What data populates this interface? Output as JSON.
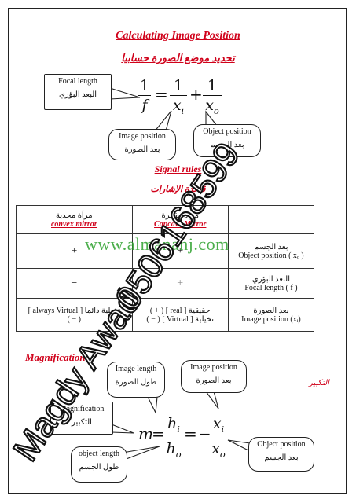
{
  "title_en": "Calculating Image Position",
  "title_ar": "تحديد موضع الصورة حسابيا",
  "lens_equation": {
    "callouts": {
      "focal": {
        "en": "Focal length",
        "ar": "البعد البؤري"
      },
      "image": {
        "en": "Image position",
        "ar": "بعد الصورة"
      },
      "object": {
        "en": "Object position",
        "ar": "بعد الجسم"
      }
    },
    "numerator": "1",
    "f": "f",
    "x": "x",
    "i": "i",
    "o": "o",
    "eq": "=",
    "plus": "+"
  },
  "rules_en": "Signal rules",
  "rules_ar": "قاعدة الإشارات",
  "table": {
    "header": {
      "convex_ar": "مرآة محدبة",
      "convex_en": "convex mirror",
      "concave_ar": "مرآة مقعرة",
      "concave_en": "Concave Mirror"
    },
    "rows": [
      {
        "convex": "+",
        "concave": "+",
        "label_ar": "بعد الجسم",
        "label_en": "Object position ( xₒ )"
      },
      {
        "convex": "−",
        "concave": "+",
        "label_ar": "البعد البؤري",
        "label_en": "Focal length ( f )"
      },
      {
        "convex": "تخيلية دائما [ always Virtual ]",
        "convex2": "( − )",
        "concave": "حقيقية  [ real ]   ( + )",
        "concave2": "تخيلية [ Virtual ] ( − )",
        "label_ar": "بعد الصورة",
        "label_en": "Image position (xᵢ)"
      }
    ]
  },
  "magnification_en": "Magnification",
  "magnification_ar": "التكبير",
  "mag_equation": {
    "m": "m",
    "h": "h",
    "i": "i",
    "o": "o",
    "x": "x",
    "eq": "=",
    "minus": "−"
  },
  "mag_callouts": {
    "image_length": {
      "en": "Image length",
      "ar": "طول الصورة"
    },
    "image_position": {
      "en": "Image position",
      "ar": "بعد الصورة"
    },
    "magnification": {
      "en": "Magnification",
      "ar": "التكبير"
    },
    "object_length": {
      "en": "object length",
      "ar": "طول الجسم"
    },
    "object_position": {
      "en": "Object position",
      "ar": "بعد الجسم"
    }
  },
  "watermark": {
    "site": "www.almanahj.com",
    "author": "Magdy Awad",
    "phone": "0506168599"
  },
  "colors": {
    "accent_red": "#d0021b",
    "watermark_green": "#2ca02c"
  }
}
